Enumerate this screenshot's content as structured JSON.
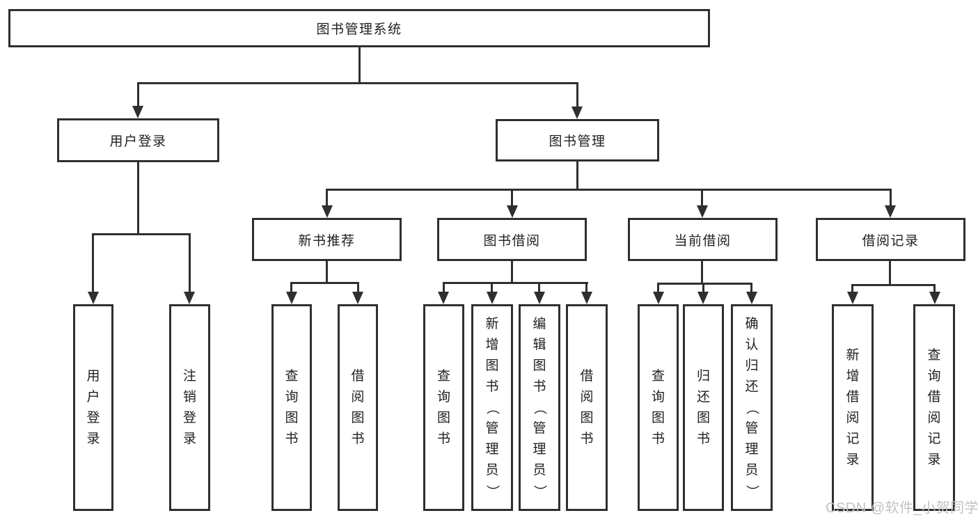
{
  "colors": {
    "line": "#2f2f2f",
    "text": "#1f1f1f",
    "watermark": "#c2c2c2",
    "background": "#ffffff"
  },
  "diagram": {
    "root": {
      "label": "图书管理系统"
    },
    "branches": [
      {
        "label": "用户登录",
        "children": [
          {
            "label": "用户登录"
          },
          {
            "label": "注销登录"
          }
        ]
      },
      {
        "label": "图书管理",
        "children": [
          {
            "label": "新书推荐",
            "children": [
              {
                "label": "查询图书"
              },
              {
                "label": "借阅图书"
              }
            ]
          },
          {
            "label": "图书借阅",
            "children": [
              {
                "label": "查询图书"
              },
              {
                "label": "新增图书（管理员）"
              },
              {
                "label": "编辑图书（管理员）"
              },
              {
                "label": "借阅图书"
              }
            ]
          },
          {
            "label": "当前借阅",
            "children": [
              {
                "label": "查询图书"
              },
              {
                "label": "归还图书"
              },
              {
                "label": "确认归还（管理员）"
              }
            ]
          },
          {
            "label": "借阅记录",
            "children": [
              {
                "label": "新增借阅记录"
              },
              {
                "label": "查询借阅记录"
              }
            ]
          }
        ]
      }
    ]
  },
  "watermark": {
    "text": "CSDN @软件_小贺同学"
  }
}
